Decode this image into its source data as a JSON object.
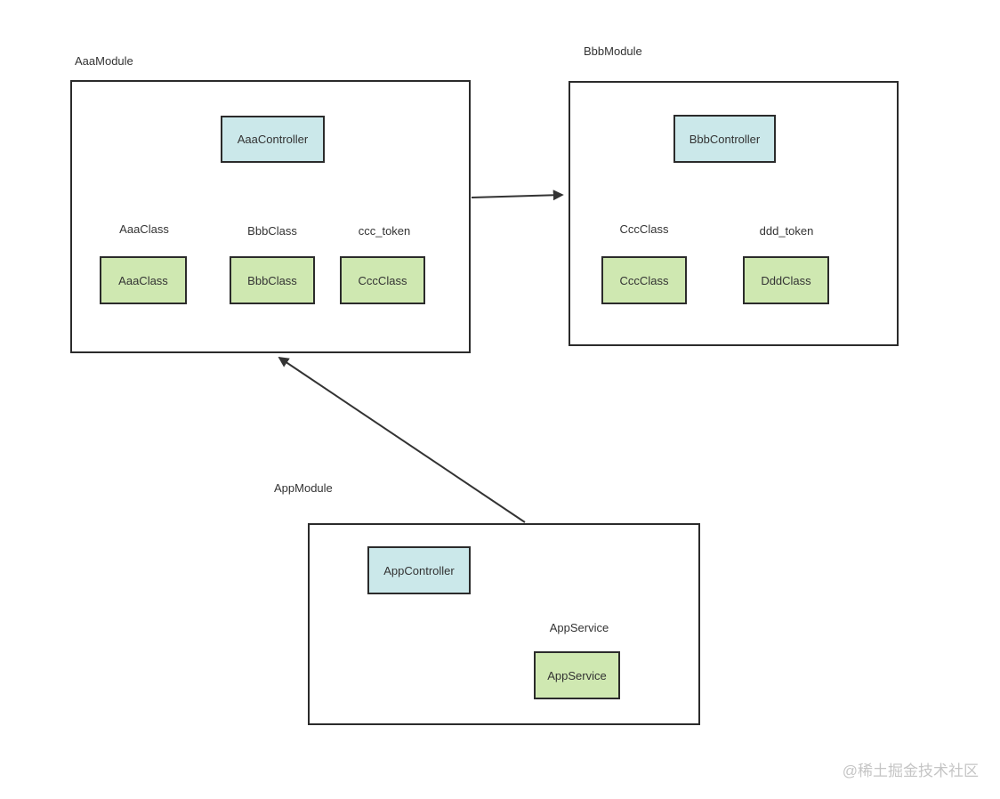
{
  "watermark": "@稀土掘金技术社区",
  "colors": {
    "controller_fill": "#cbe8ea",
    "provider_fill": "#cfe8b1",
    "node_border": "#2b2b2b",
    "arrow": "#333333",
    "text": "#333333",
    "watermark_text": "#c5c5c5"
  },
  "modules": {
    "aaa": {
      "title": "AaaModule",
      "controller": "AaaController",
      "providers": [
        {
          "box": "AaaClass",
          "token": "AaaClass"
        },
        {
          "box": "BbbClass",
          "token": "BbbClass"
        },
        {
          "box": "CccClass",
          "token": "ccc_token"
        }
      ]
    },
    "bbb": {
      "title": "BbbModule",
      "controller": "BbbController",
      "providers": [
        {
          "box": "CccClass",
          "token": "CccClass"
        },
        {
          "box": "DddClass",
          "token": "ddd_token"
        }
      ]
    },
    "app": {
      "title": "AppModule",
      "controller": "AppController",
      "providers": [
        {
          "box": "AppService",
          "token": "AppService"
        }
      ]
    }
  },
  "relations": [
    {
      "from": "AaaModule",
      "to": "BbbModule"
    },
    {
      "from": "AppModule",
      "to": "AaaModule"
    }
  ]
}
